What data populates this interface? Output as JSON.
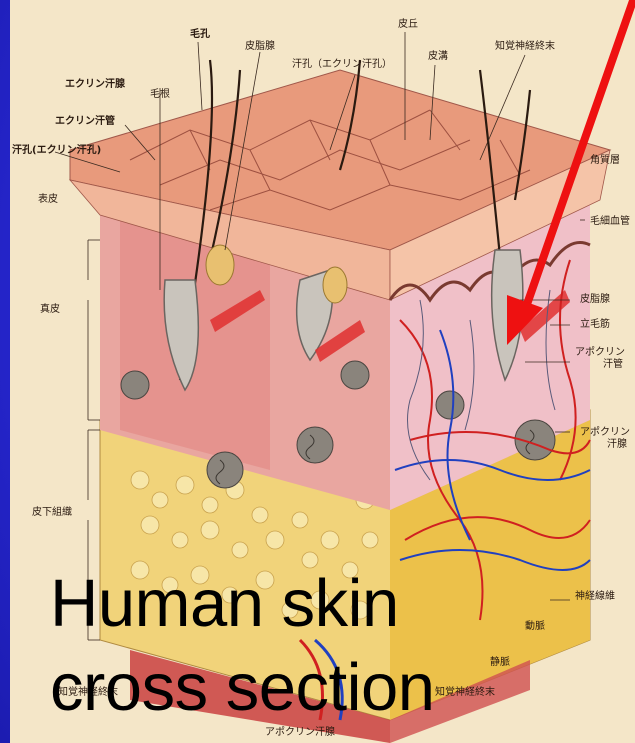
{
  "caption": {
    "line1": "Human skin",
    "line2": "cross section"
  },
  "labels": {
    "hiryu": "皮丘",
    "keana": "毛孔",
    "hishisen": "皮脂腺",
    "kankou": "汗孔（エクリン汗孔）",
    "hikou": "皮溝",
    "chikaku_shinkei": "知覚神経終末",
    "eccrine_sen": "エクリン汗腺",
    "mokon": "毛根",
    "eccrine_kan": "エクリン汗管",
    "kankou_left": "汗孔(エクリン汗孔)",
    "kakushitsu": "角質層",
    "hyohi": "表皮",
    "moukekkan": "毛細血管",
    "shinpi": "真皮",
    "hishisen_right": "皮脂腺",
    "rimokin": "立毛筋",
    "apocrine_kan_1": "アポクリン",
    "apocrine_kan_2": "汗管",
    "apocrine_sen_1": "アポクリン",
    "apocrine_sen_2": "汗腺",
    "hika": "皮下組織",
    "shinkei_sen": "神経線維",
    "doumyaku": "動脈",
    "joumyaku": "静脈",
    "chikaku_bottom_left": "知覚神経終末",
    "chikaku_bottom_right": "知覚神経終末",
    "apocrine_bottom": "アポクリン汗腺"
  },
  "colors": {
    "background": "#2b2bd6",
    "arrow": "#ee1111",
    "caption": "#000000"
  }
}
